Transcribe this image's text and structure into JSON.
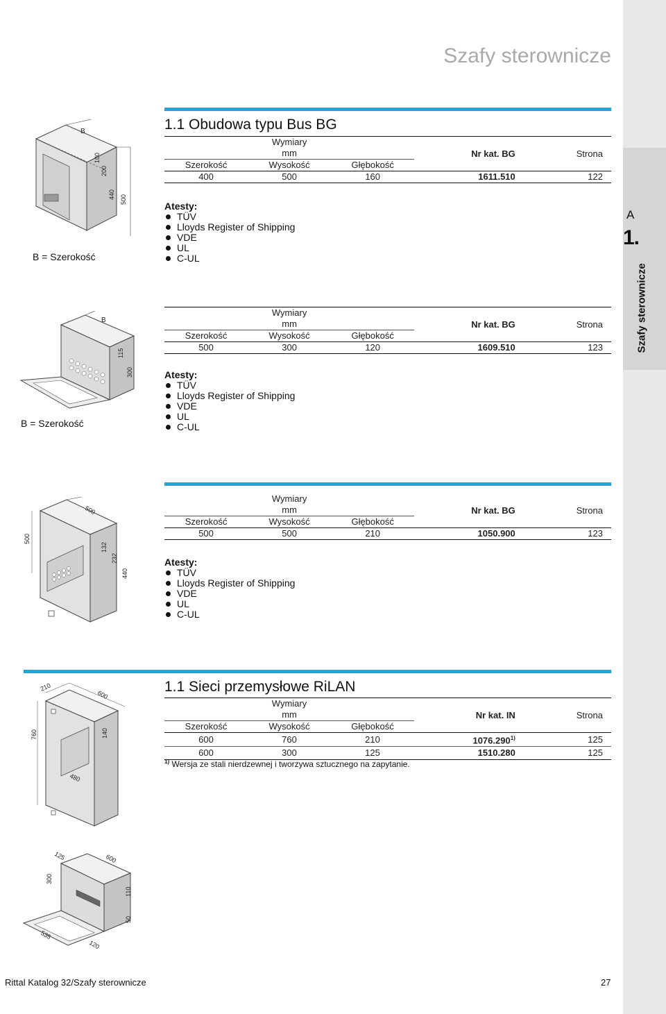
{
  "header": {
    "title": "Szafy sterownicze"
  },
  "side_tab": {
    "letter": "A",
    "number": "1.",
    "label": "Szafy sterownicze"
  },
  "footer": {
    "left": "Rittal Katalog 32/Szafy sterownicze",
    "page": "27"
  },
  "common": {
    "wymiary": "Wymiary",
    "mm": "mm",
    "col_width": "Szerokość",
    "col_height": "Wysokość",
    "col_depth": "Głębokość",
    "strona": "Strona",
    "atesty_title": "Atesty:",
    "approvals": [
      "TÜV",
      "Lloyds Register of Shipping",
      "VDE",
      "UL",
      "C-UL"
    ],
    "b_label": "B = Szerokość"
  },
  "section1": {
    "heading": "1.1 Obudowa typu Bus BG",
    "products": [
      {
        "nr_label": "Nr kat. BG",
        "rows": [
          {
            "width": "400",
            "height": "500",
            "depth": "160",
            "nr": "1611.510",
            "page": "122"
          }
        ],
        "dims": {
          "b": "B",
          "d1": "100",
          "d2": "200",
          "d3": "440",
          "d4": "500"
        }
      },
      {
        "nr_label": "Nr kat. BG",
        "rows": [
          {
            "width": "500",
            "height": "300",
            "depth": "120",
            "nr": "1609.510",
            "page": "123"
          }
        ],
        "dims": {
          "b": "B",
          "d1": "115",
          "d2": "300"
        }
      },
      {
        "nr_label": "Nr kat. BG",
        "rows": [
          {
            "width": "500",
            "height": "500",
            "depth": "210",
            "nr": "1050.900",
            "page": "123"
          }
        ],
        "dims": {
          "w": "500",
          "h": "500",
          "d1": "132",
          "d2": "232",
          "d3": "440"
        }
      }
    ]
  },
  "section2": {
    "heading": "1.1 Sieci przemysłowe RiLAN",
    "nr_label": "Nr kat. IN",
    "rows": [
      {
        "width": "600",
        "height": "760",
        "depth": "210",
        "nr": "1076.290",
        "nr_sup": "1)",
        "page": "125"
      },
      {
        "width": "600",
        "height": "300",
        "depth": "125",
        "nr": "1510.280",
        "nr_sup": "",
        "page": "125"
      }
    ],
    "footnote_mark": "1)",
    "footnote": "Wersja ze stali nierdzewnej i tworzywa sztucznego na zapytanie.",
    "dims_a": {
      "d210": "210",
      "d600": "600",
      "d760": "760",
      "d140": "140",
      "d480": "480"
    },
    "dims_b": {
      "d125": "125",
      "d600": "600",
      "d300": "300",
      "d110": "110",
      "d50": "50",
      "d535": "535",
      "d120": "120"
    }
  }
}
